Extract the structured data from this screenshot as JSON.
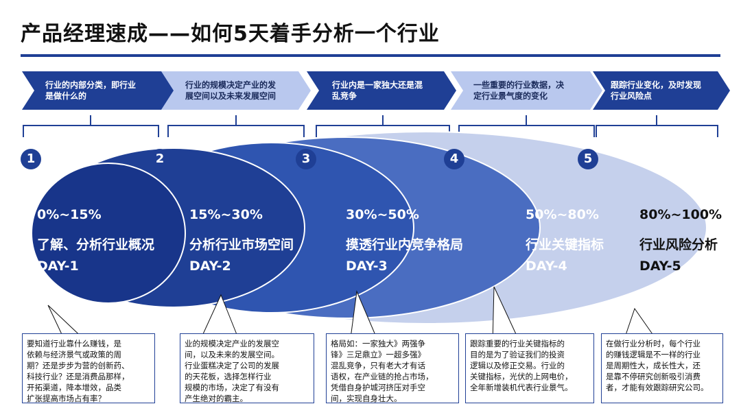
{
  "title": "产品经理速成——如何5天着手分析一个行业",
  "colors": {
    "primary": "#1f3f95",
    "chevron_dark": "#1f3f95",
    "chevron_light": "#b9c8ee"
  },
  "steps": [
    {
      "number": "1",
      "chevron_lines": [
        "行业的内部分类，即行业",
        "是做什么的"
      ],
      "percent": "0%~15%",
      "task": "了解、分析行业概况",
      "day": "DAY-1",
      "note_lines": [
        "要知道行业靠什么赚钱，是",
        "依赖与经济景气或政策的周",
        "期？还是步步为营的创新药、",
        "科技行业？还是消费品那样，",
        "开拓渠道，降本增效，品类",
        "扩张提高市场占有率？"
      ]
    },
    {
      "number": "2",
      "chevron_lines": [
        "行业的规模决定产业的发",
        "展空间以及未来发展空间"
      ],
      "percent": "15%~30%",
      "task": "分析行业市场空间",
      "day": "DAY-2",
      "note_lines": [
        "业的规模决定产业的发展空",
        "间，以及未来的发展空间。",
        "行业蛋糕决定了公司的发展",
        "的天花板，选择怎样行业",
        "规模的市场，决定了有没有",
        "产生绝对的霸主。"
      ]
    },
    {
      "number": "3",
      "chevron_lines": [
        "行业内是一家独大还是混",
        "乱竞争"
      ],
      "percent": "30%~50%",
      "task": "摸透行业内竞争格局",
      "day": "DAY-3",
      "note_lines": [
        "格局如：一家独大》两强争",
        "锋》三足鼎立》一超多强》",
        "混乱竞争，只有老大才有话",
        "语权，在产业链的抢占市场，",
        "凭借自身护城河挤压对手空",
        "间，实现自身壮大。"
      ]
    },
    {
      "number": "4",
      "chevron_lines": [
        "一些重要的行业数据，决",
        "定行业景气度的变化"
      ],
      "percent": "50%~80%",
      "task": "行业关键指标",
      "day": "DAY-4",
      "note_lines": [
        "跟踪重要的行业关键指标的",
        "目的是为了验证我们的投资",
        "逻辑以及修正交易。行业的",
        "关键指标，光伏的上网电价，",
        "全年新增装机代表行业景气。"
      ]
    },
    {
      "number": "5",
      "chevron_lines": [
        "跟踪行业变化，及时发现",
        "行业风险点"
      ],
      "percent": "80%~100%",
      "task": "行业风险分析",
      "day": "DAY-5",
      "note_lines": [
        "在做行业分析时，每个行业",
        "的赚钱逻辑是不一样的行业",
        "是周期性大，成长性大，还",
        "是靠不停研究创新吸引消费",
        "者，才能有效跟踪研究公司。"
      ]
    }
  ]
}
